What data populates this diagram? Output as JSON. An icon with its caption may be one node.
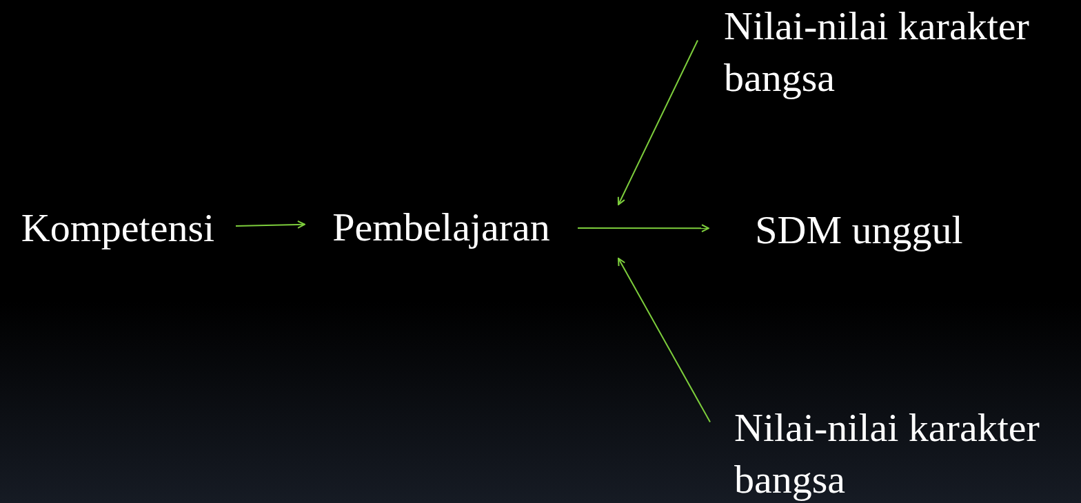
{
  "diagram": {
    "nodes": [
      {
        "text": [
          "Kompetensi"
        ]
      },
      {
        "text": [
          "Pembelajaran"
        ]
      },
      {
        "text": [
          "SDM unggul"
        ]
      },
      {
        "text": [
          "Nilai-nilai karakter bangsa"
        ]
      },
      {
        "text": [
          "Nilai-nilai karakter bangsa"
        ]
      }
    ],
    "edges": [
      {
        "from": 0,
        "to": 1,
        "arrow": "to"
      },
      {
        "from": 1,
        "to": 2,
        "arrow": "to"
      },
      {
        "from": 3,
        "to": null,
        "arrow": "to"
      },
      {
        "from": 4,
        "to": null,
        "arrow": "to"
      }
    ]
  }
}
